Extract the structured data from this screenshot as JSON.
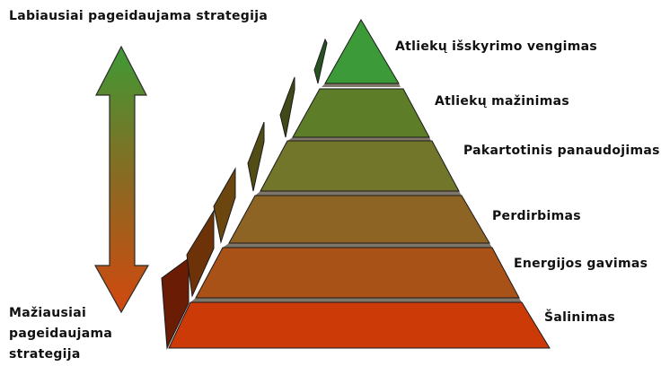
{
  "diagram": {
    "top_label": "Labiausiai pageidaujama strategija",
    "bottom_label": "Mažiausiai pageidaujama strategija",
    "levels": [
      {
        "label": "Atliekų išskyrimo vengimas",
        "color": "#3c9a38"
      },
      {
        "label": "Atliekų mažinimas",
        "color": "#5e7d28"
      },
      {
        "label": "Pakartotinis panaudojimas",
        "color": "#72762a"
      },
      {
        "label": "Perdirbimas",
        "color": "#8e6424"
      },
      {
        "label": "Energijos gavimas",
        "color": "#a95218"
      },
      {
        "label": "Šalinimas",
        "color": "#cc3a08"
      }
    ],
    "arrow_colors": {
      "top": "#3f9a35",
      "bottom": "#d2480e"
    }
  }
}
